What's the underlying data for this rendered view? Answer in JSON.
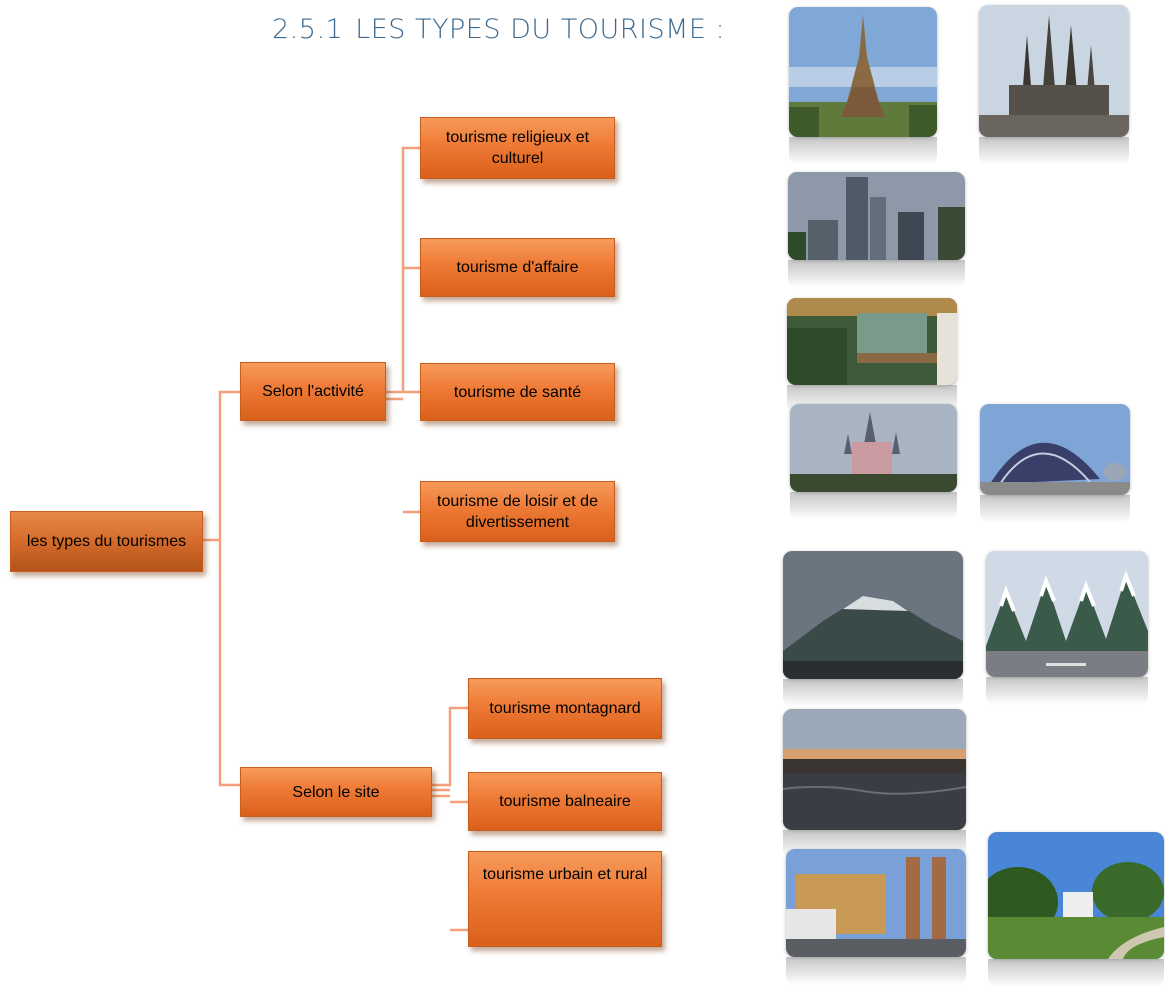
{
  "heading": {
    "number": "2.5.1",
    "title": "LES TYPES DU TOURISME :"
  },
  "diagram": {
    "root": "les types du tourismes",
    "branches": [
      {
        "label": "Selon l'activité",
        "children": [
          "tourisme religieux et culturel",
          "tourisme d'affaire",
          "tourisme de santé",
          "tourisme de loisir et de divertissement"
        ]
      },
      {
        "label": "Selon le site",
        "children": [
          "tourisme montagnard",
          "tourisme balneaire",
          "tourisme urbain et rural"
        ]
      }
    ]
  },
  "colors": {
    "node_fill": "#ee7a35",
    "node_border": "#c85e1e",
    "connector": "#f2a07a",
    "heading": "#3d6a8e"
  },
  "photos": [
    {
      "subject": "eiffel-tower"
    },
    {
      "subject": "sagrada-familia"
    },
    {
      "subject": "skyscrapers"
    },
    {
      "subject": "spa-massage"
    },
    {
      "subject": "fairytale-castle"
    },
    {
      "subject": "modern-arts-building"
    },
    {
      "subject": "cloudy-mountain"
    },
    {
      "subject": "snowy-trees"
    },
    {
      "subject": "seaside-town"
    },
    {
      "subject": "urban-plaza"
    },
    {
      "subject": "park-garden"
    }
  ]
}
